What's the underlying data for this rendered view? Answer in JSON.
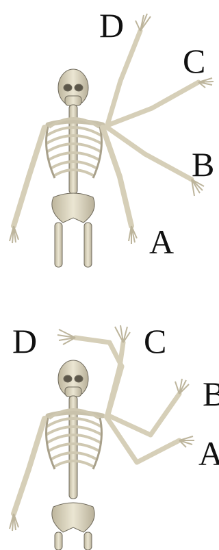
{
  "figure": {
    "top": {
      "labels": {
        "a": "A",
        "b": "B",
        "c": "C",
        "d": "D"
      }
    },
    "bottom": {
      "labels": {
        "a": "A",
        "b": "B",
        "c": "C",
        "d": "D"
      }
    }
  },
  "colors": {
    "bone": "#e2dcc6",
    "bone_shade": "#a8a08a",
    "bone_outline": "#6f6a5c",
    "label": "#111111"
  }
}
